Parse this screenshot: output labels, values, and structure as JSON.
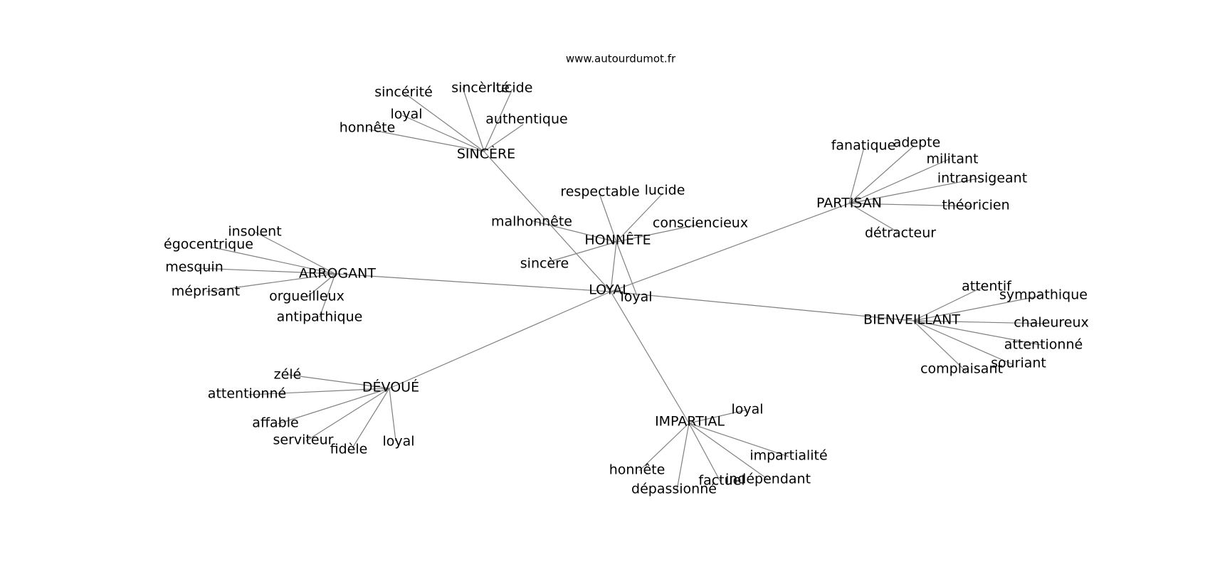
{
  "site": "www.autourdumot.fr",
  "graph": {
    "center": "LOYAL",
    "hubs": [
      {
        "id": "sincere",
        "label": "SINCÈRE",
        "leaves": [
          "sincérité",
          "sincèrité",
          "lucide",
          "loyal",
          "authentique",
          "honnête"
        ]
      },
      {
        "id": "honnete",
        "label": "HONNÊTE",
        "leaves": [
          "respectable",
          "lucide",
          "malhonnête",
          "consciencieux",
          "sincère",
          "loyal"
        ]
      },
      {
        "id": "partisan",
        "label": "PARTISAN",
        "leaves": [
          "fanatique",
          "adepte",
          "militant",
          "intransigeant",
          "théoricien",
          "détracteur"
        ]
      },
      {
        "id": "arrogant",
        "label": "ARROGANT",
        "leaves": [
          "insolent",
          "égocentrique",
          "mesquin",
          "méprisant",
          "orgueilleux",
          "antipathique"
        ]
      },
      {
        "id": "bienveillant",
        "label": "BIENVEILLANT",
        "leaves": [
          "attentif",
          "sympathique",
          "chaleureux",
          "attentionné",
          "souriant",
          "complaisant"
        ]
      },
      {
        "id": "devoue",
        "label": "DÉVOUÉ",
        "leaves": [
          "zélé",
          "attentionné",
          "affable",
          "serviteur",
          "fidèle",
          "loyal"
        ]
      },
      {
        "id": "impartial",
        "label": "IMPARTIAL",
        "leaves": [
          "loyal",
          "impartialité",
          "honnête",
          "dépassionné",
          "factuel",
          "indépendant"
        ]
      }
    ]
  }
}
